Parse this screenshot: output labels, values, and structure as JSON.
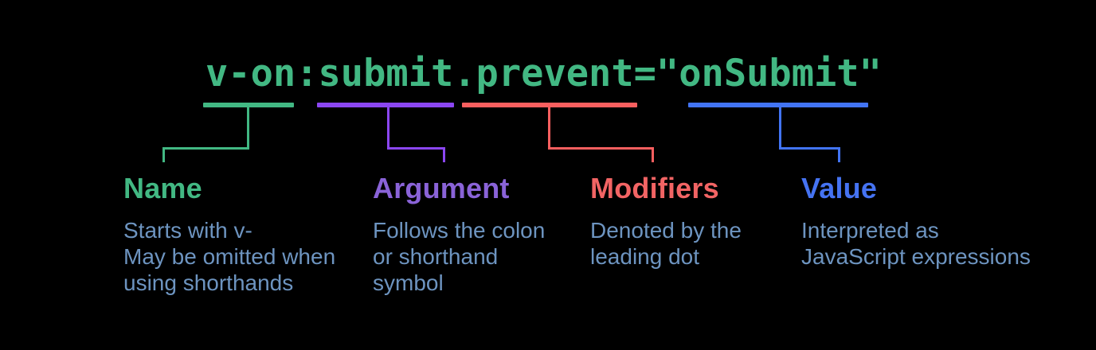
{
  "background_color": "#000000",
  "code": {
    "text": "v-on:submit.prevent=\"onSubmit\"",
    "color": "#42b883"
  },
  "description_text_color": "#6d94c0",
  "annotations": [
    {
      "label": "Name",
      "segment": "v-on",
      "color": "#42b883",
      "label_color": "#42b883",
      "description": [
        "Starts with v-",
        "May be omitted when",
        "using shorthands"
      ]
    },
    {
      "label": "Argument",
      "segment": "submit",
      "color": "#8b46f2",
      "label_color": "#8a63d8",
      "description": [
        "Follows the colon",
        "or shorthand",
        "symbol"
      ]
    },
    {
      "label": "Modifiers",
      "segment": ".prevent",
      "color": "#fa5f5f",
      "label_color": "#f26464",
      "description": [
        "Denoted by the",
        "leading dot"
      ]
    },
    {
      "label": "Value",
      "segment": "onSubmit",
      "color": "#4274f5",
      "label_color": "#4573f2",
      "description": [
        "Interpreted as",
        "JavaScript expressions"
      ]
    }
  ]
}
